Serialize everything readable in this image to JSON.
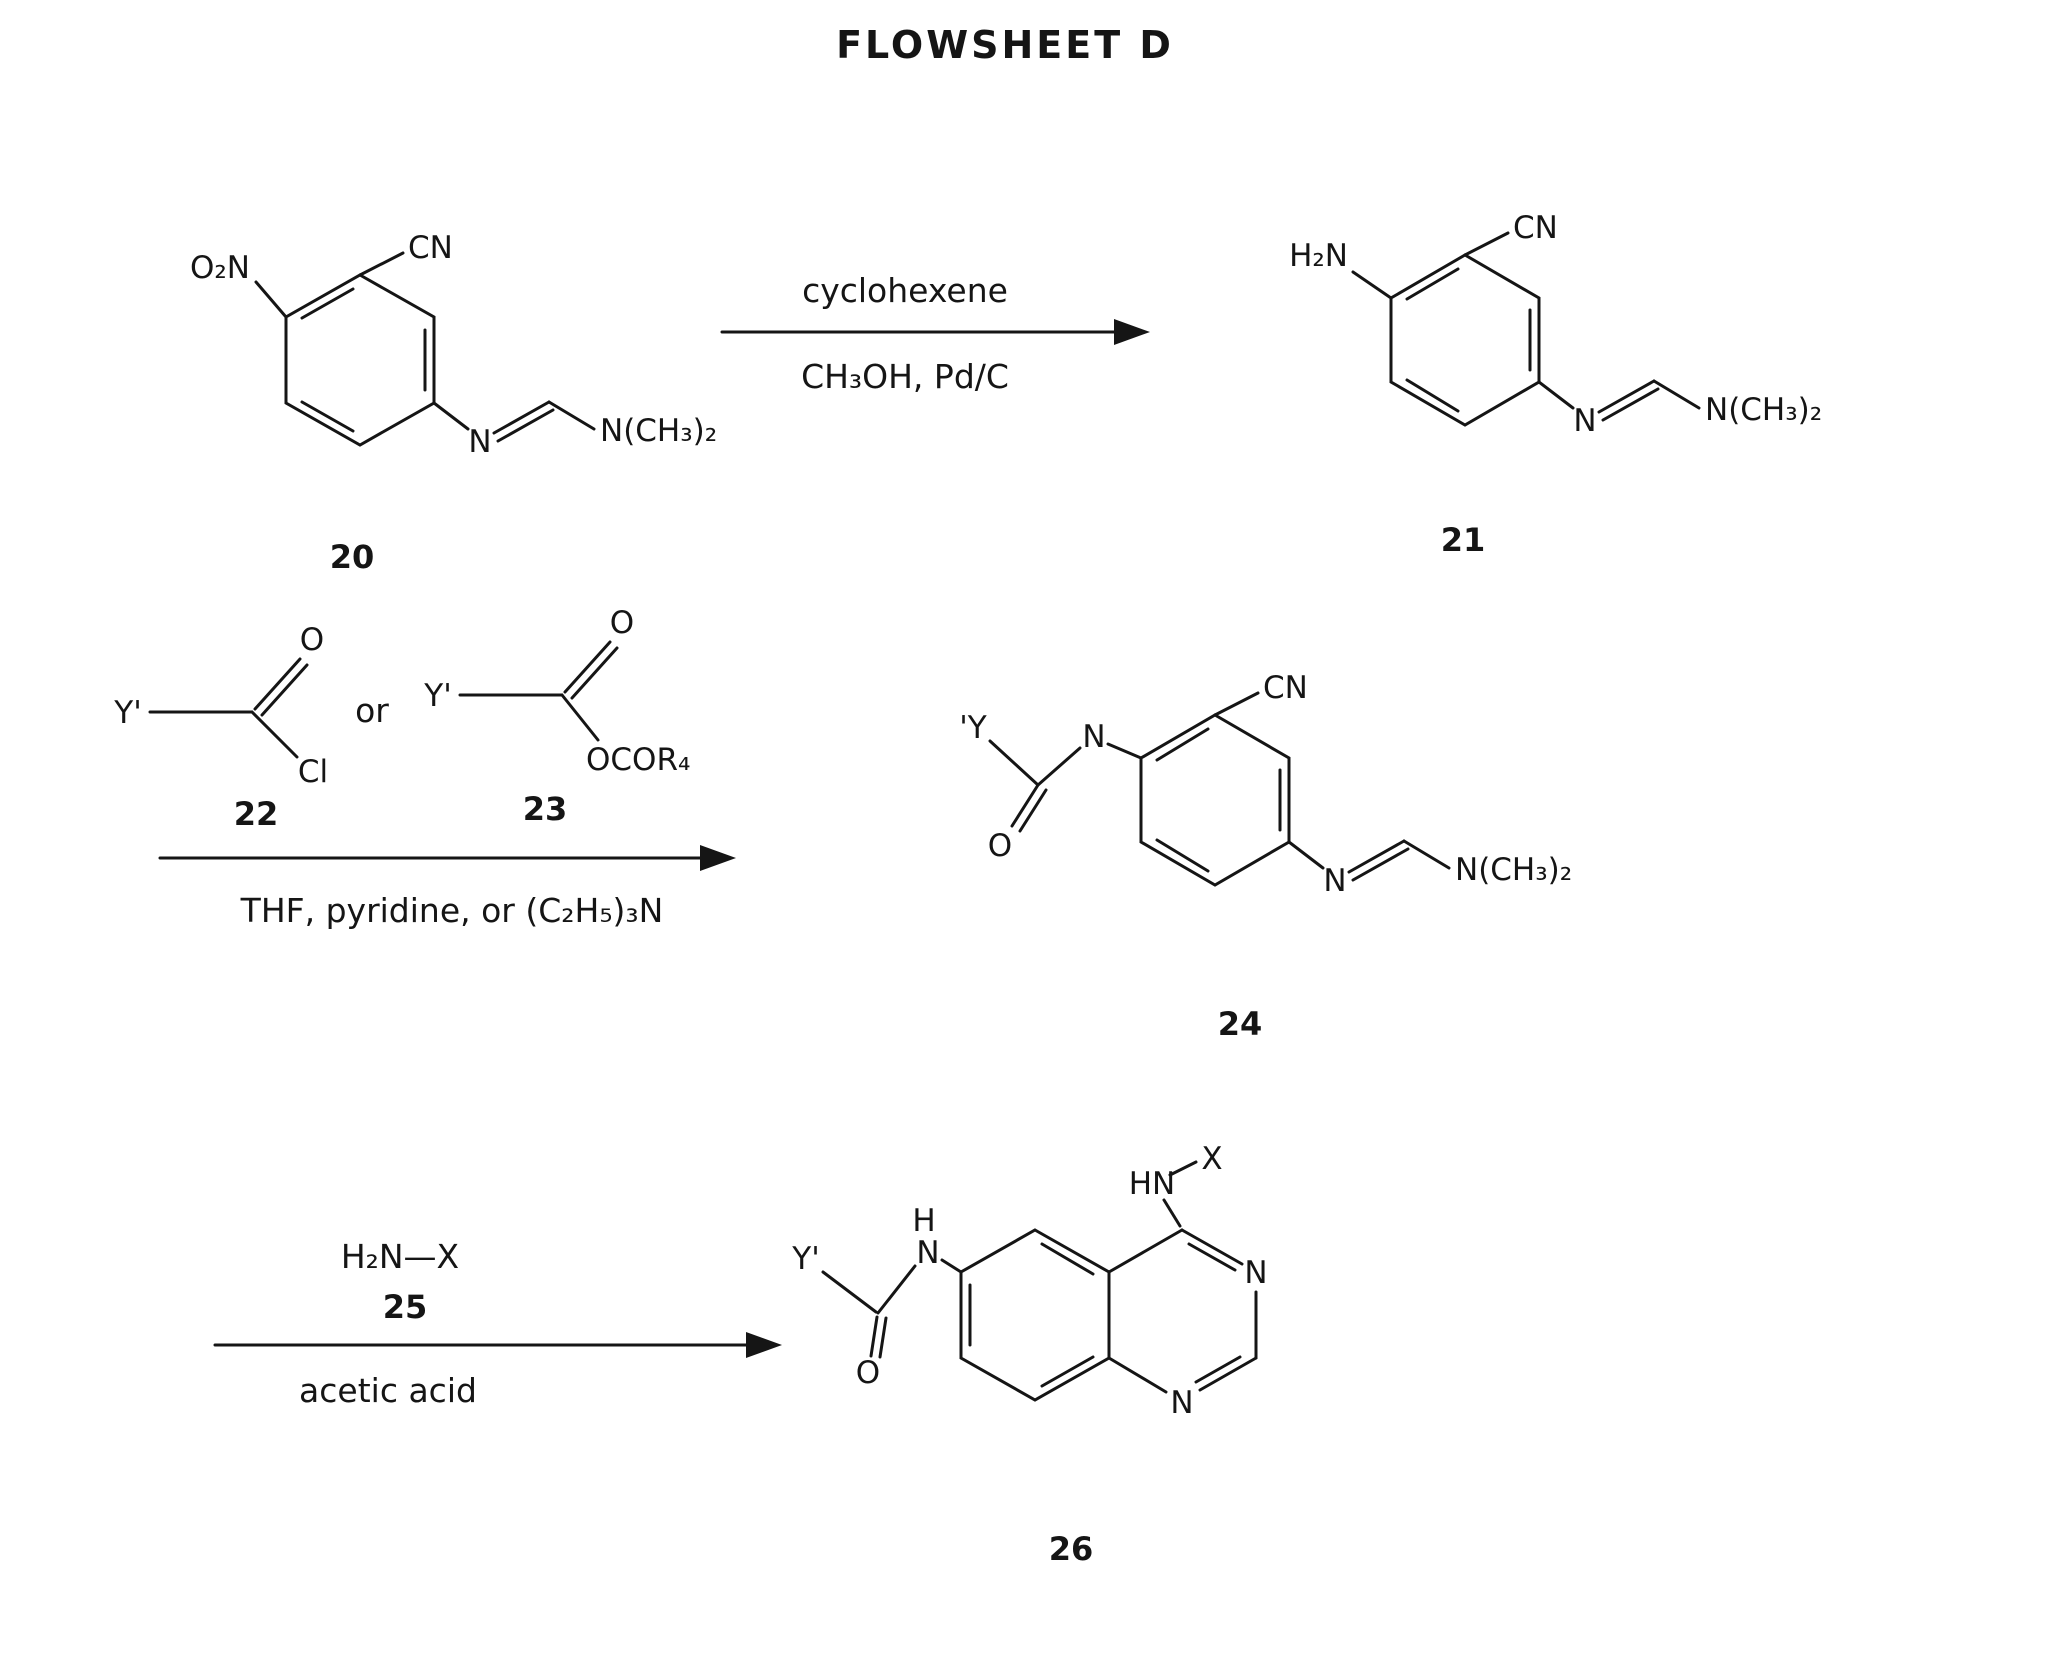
{
  "title": "FLOWSHEET D",
  "reaction1": {
    "above": "cyclohexene",
    "below": "CH₃OH,  Pd/C"
  },
  "reaction2": {
    "or": "or",
    "below": "THF, pyridine, or (C₂H₅)₃N"
  },
  "reaction3": {
    "above": "H₂N—X",
    "number": "25",
    "below": "acetic acid"
  },
  "c20": {
    "nitro": "O₂N",
    "nitrile": "CN",
    "amidine_n": "N",
    "dimethylamino": "N(CH₃)₂",
    "number": "20"
  },
  "c21": {
    "amine": "H₂N",
    "nitrile": "CN",
    "amidine_n": "N",
    "dimethylamino": "N(CH₃)₂",
    "number": "21"
  },
  "c22": {
    "y": "Y'",
    "o": "O",
    "cl": "Cl",
    "number": "22"
  },
  "c23": {
    "y": "Y'",
    "o": "O",
    "leaving": "OCOR₄",
    "number": "23"
  },
  "c24": {
    "y": "'Y",
    "o": "O",
    "amide_n": "N",
    "nitrile": "CN",
    "amidine_n": "N",
    "dimethylamino": "N(CH₃)₂",
    "number": "24"
  },
  "c26": {
    "y": "Y'",
    "o": "O",
    "amide_h": "H",
    "amide_n": "N",
    "hn": "HN",
    "x": "X",
    "n3": "N",
    "n1": "N",
    "number": "26"
  }
}
